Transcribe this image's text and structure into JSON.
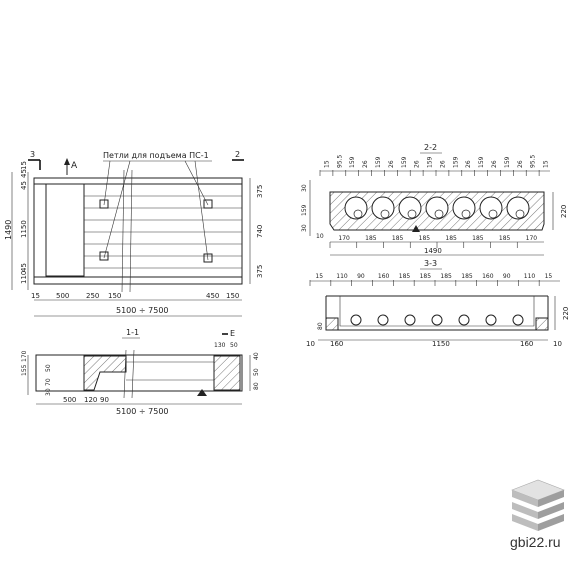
{
  "plan": {
    "callout": "Петли для подъема ПС-1",
    "view_mark": "А",
    "section_left_num": "3",
    "section_right_num": "2",
    "left_dims": [
      "45",
      "45",
      "1150",
      "45",
      "110",
      "15"
    ],
    "overall_height": "1490",
    "right_dims": [
      "375",
      "740",
      "375"
    ],
    "bottom_dims": [
      "15",
      "500",
      "250",
      "150",
      "450",
      "150"
    ],
    "length": "5100 ÷ 7500"
  },
  "section_1_1": {
    "label": "1-1",
    "marker": "Е",
    "left_dims": [
      "155",
      "170",
      "30",
      "70",
      "50"
    ],
    "bottom_dims": [
      "500",
      "120",
      "90"
    ],
    "right_top_dims": [
      "130",
      "50"
    ],
    "right_dims": [
      "40",
      "50",
      "80"
    ],
    "length": "5100 ÷ 7500"
  },
  "section_2_2": {
    "label": "2-2",
    "top_dims": [
      "15",
      "95.5",
      "159",
      "26",
      "159",
      "26",
      "159",
      "26",
      "159",
      "26",
      "159",
      "26",
      "159",
      "26",
      "159",
      "26",
      "95.5",
      "15"
    ],
    "left_dims": [
      "30",
      "159",
      "30",
      "10"
    ],
    "bottom_dims": [
      "170",
      "185",
      "185",
      "185",
      "185",
      "185",
      "185",
      "170"
    ],
    "right_dim": "220",
    "overall": "1490"
  },
  "section_3_3": {
    "label": "3-3",
    "top_dims": [
      "15",
      "110",
      "90",
      "160",
      "185",
      "185",
      "185",
      "185",
      "160",
      "90",
      "110",
      "15"
    ],
    "left_dims": [
      "80",
      "10"
    ],
    "bottom_dims": [
      "160",
      "1150",
      "160"
    ],
    "right_dim": "220",
    "edge_dim": "10"
  },
  "watermark": "gbi22.ru"
}
